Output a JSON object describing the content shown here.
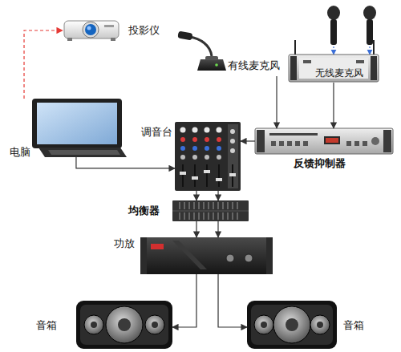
{
  "diagram": {
    "nodes": [
      {
        "text": [
          "投影仪"
        ]
      },
      {
        "text": [
          "有线麦克风"
        ]
      },
      {
        "text": [
          "无线麦克风"
        ]
      },
      {
        "text": [
          "电脑"
        ]
      },
      {
        "text": [
          "调音台"
        ]
      },
      {
        "text": [
          "反馈抑制器"
        ]
      },
      {
        "text": [
          "均衡器"
        ]
      },
      {
        "text": [
          "功放"
        ]
      },
      {
        "text": [
          "音箱"
        ]
      },
      {
        "text": [
          "音箱"
        ]
      }
    ],
    "edges": [
      {
        "from": 3,
        "to": 0,
        "arrow": "to"
      },
      {
        "from": 3,
        "to": 4,
        "arrow": "to"
      },
      {
        "from": 1,
        "to": 5,
        "arrow": "to"
      },
      {
        "from": 2,
        "to": 5,
        "arrow": "to"
      },
      {
        "from": 5,
        "to": 4,
        "arrow": "to"
      },
      {
        "from": 4,
        "to": 6,
        "arrow": "to"
      },
      {
        "from": 4,
        "to": 6,
        "arrow": "to"
      },
      {
        "from": 6,
        "to": 7,
        "arrow": "to"
      },
      {
        "from": 6,
        "to": 7,
        "arrow": "to"
      },
      {
        "from": 7,
        "to": 8,
        "arrow": "to"
      },
      {
        "from": 7,
        "to": 9,
        "arrow": "to"
      }
    ]
  }
}
